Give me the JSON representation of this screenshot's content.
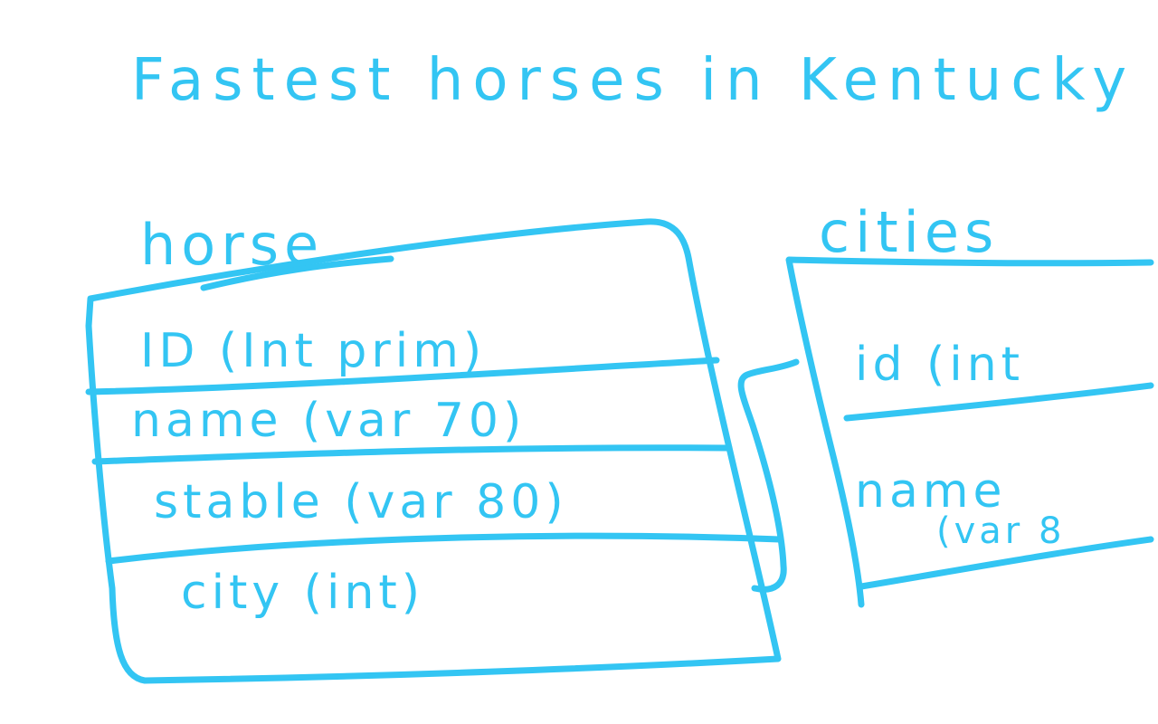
{
  "title": "Fastest horses in Kentucky",
  "ink_color": "#33c5f3",
  "background_color": "#ffffff",
  "tables": {
    "horse": {
      "name": "horse",
      "fields": [
        "ID (Int prim)",
        "name (var 70)",
        "stable (var 80)",
        "city (int)"
      ]
    },
    "cities": {
      "name": "cities",
      "fields": [
        "id (int",
        "name",
        "(var 8"
      ]
    }
  }
}
